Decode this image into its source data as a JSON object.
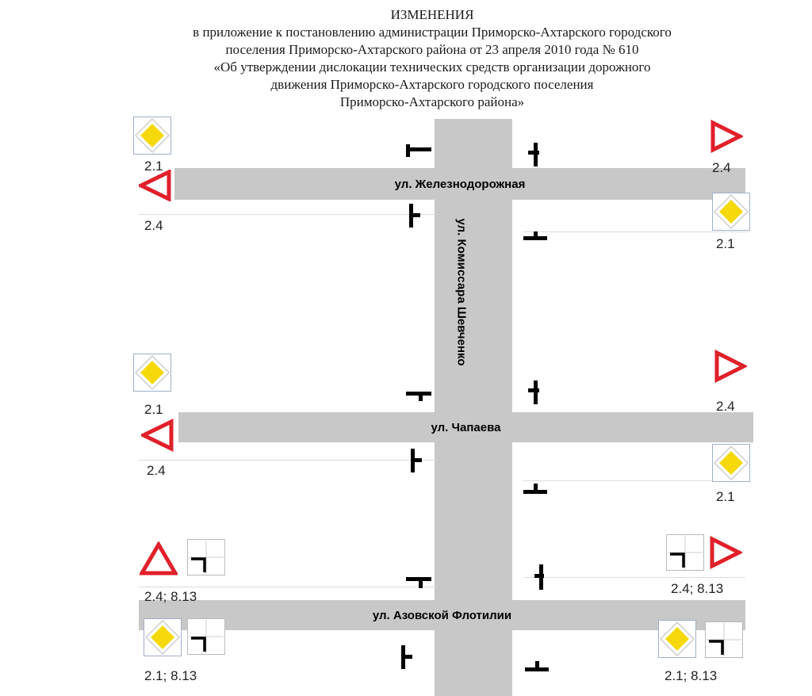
{
  "header": {
    "line1": "ИЗМЕНЕНИЯ",
    "line2": "в приложение к постановлению администрации Приморско-Ахтарского городского",
    "line3": "поселения Приморско-Ахтарского района от 23 апреля 2010 года № 610",
    "line4": "«Об утверждении дислокации технических средств организации дорожного",
    "line5": "движения Приморско-Ахтарского городского поселения",
    "line6": "Приморско-Ахтарского района»"
  },
  "streets": {
    "zheleznodorozhnaya": "ул. Железнодорожная",
    "chapaeva": "ул. Чапаева",
    "azovskoy": "ул. Азовской Флотилии",
    "shevchenko": "ул. Комиссара Шевченко"
  },
  "labels": {
    "z_tl": "2.1",
    "z_bl": "2.4",
    "z_tr": "2.4",
    "z_br": "2.1",
    "c_tl": "2.1",
    "c_bl": "2.4",
    "c_tr": "2.4",
    "c_br": "2.1",
    "a_tl": "2.4; 8.13",
    "a_tr": "2.4; 8.13",
    "a_bl": "2.1; 8.13",
    "a_br": "2.1; 8.13"
  },
  "colors": {
    "road": "#c8c8c8",
    "main_road_sign": "#f5d90a",
    "give_way_border": "#e0202a"
  }
}
